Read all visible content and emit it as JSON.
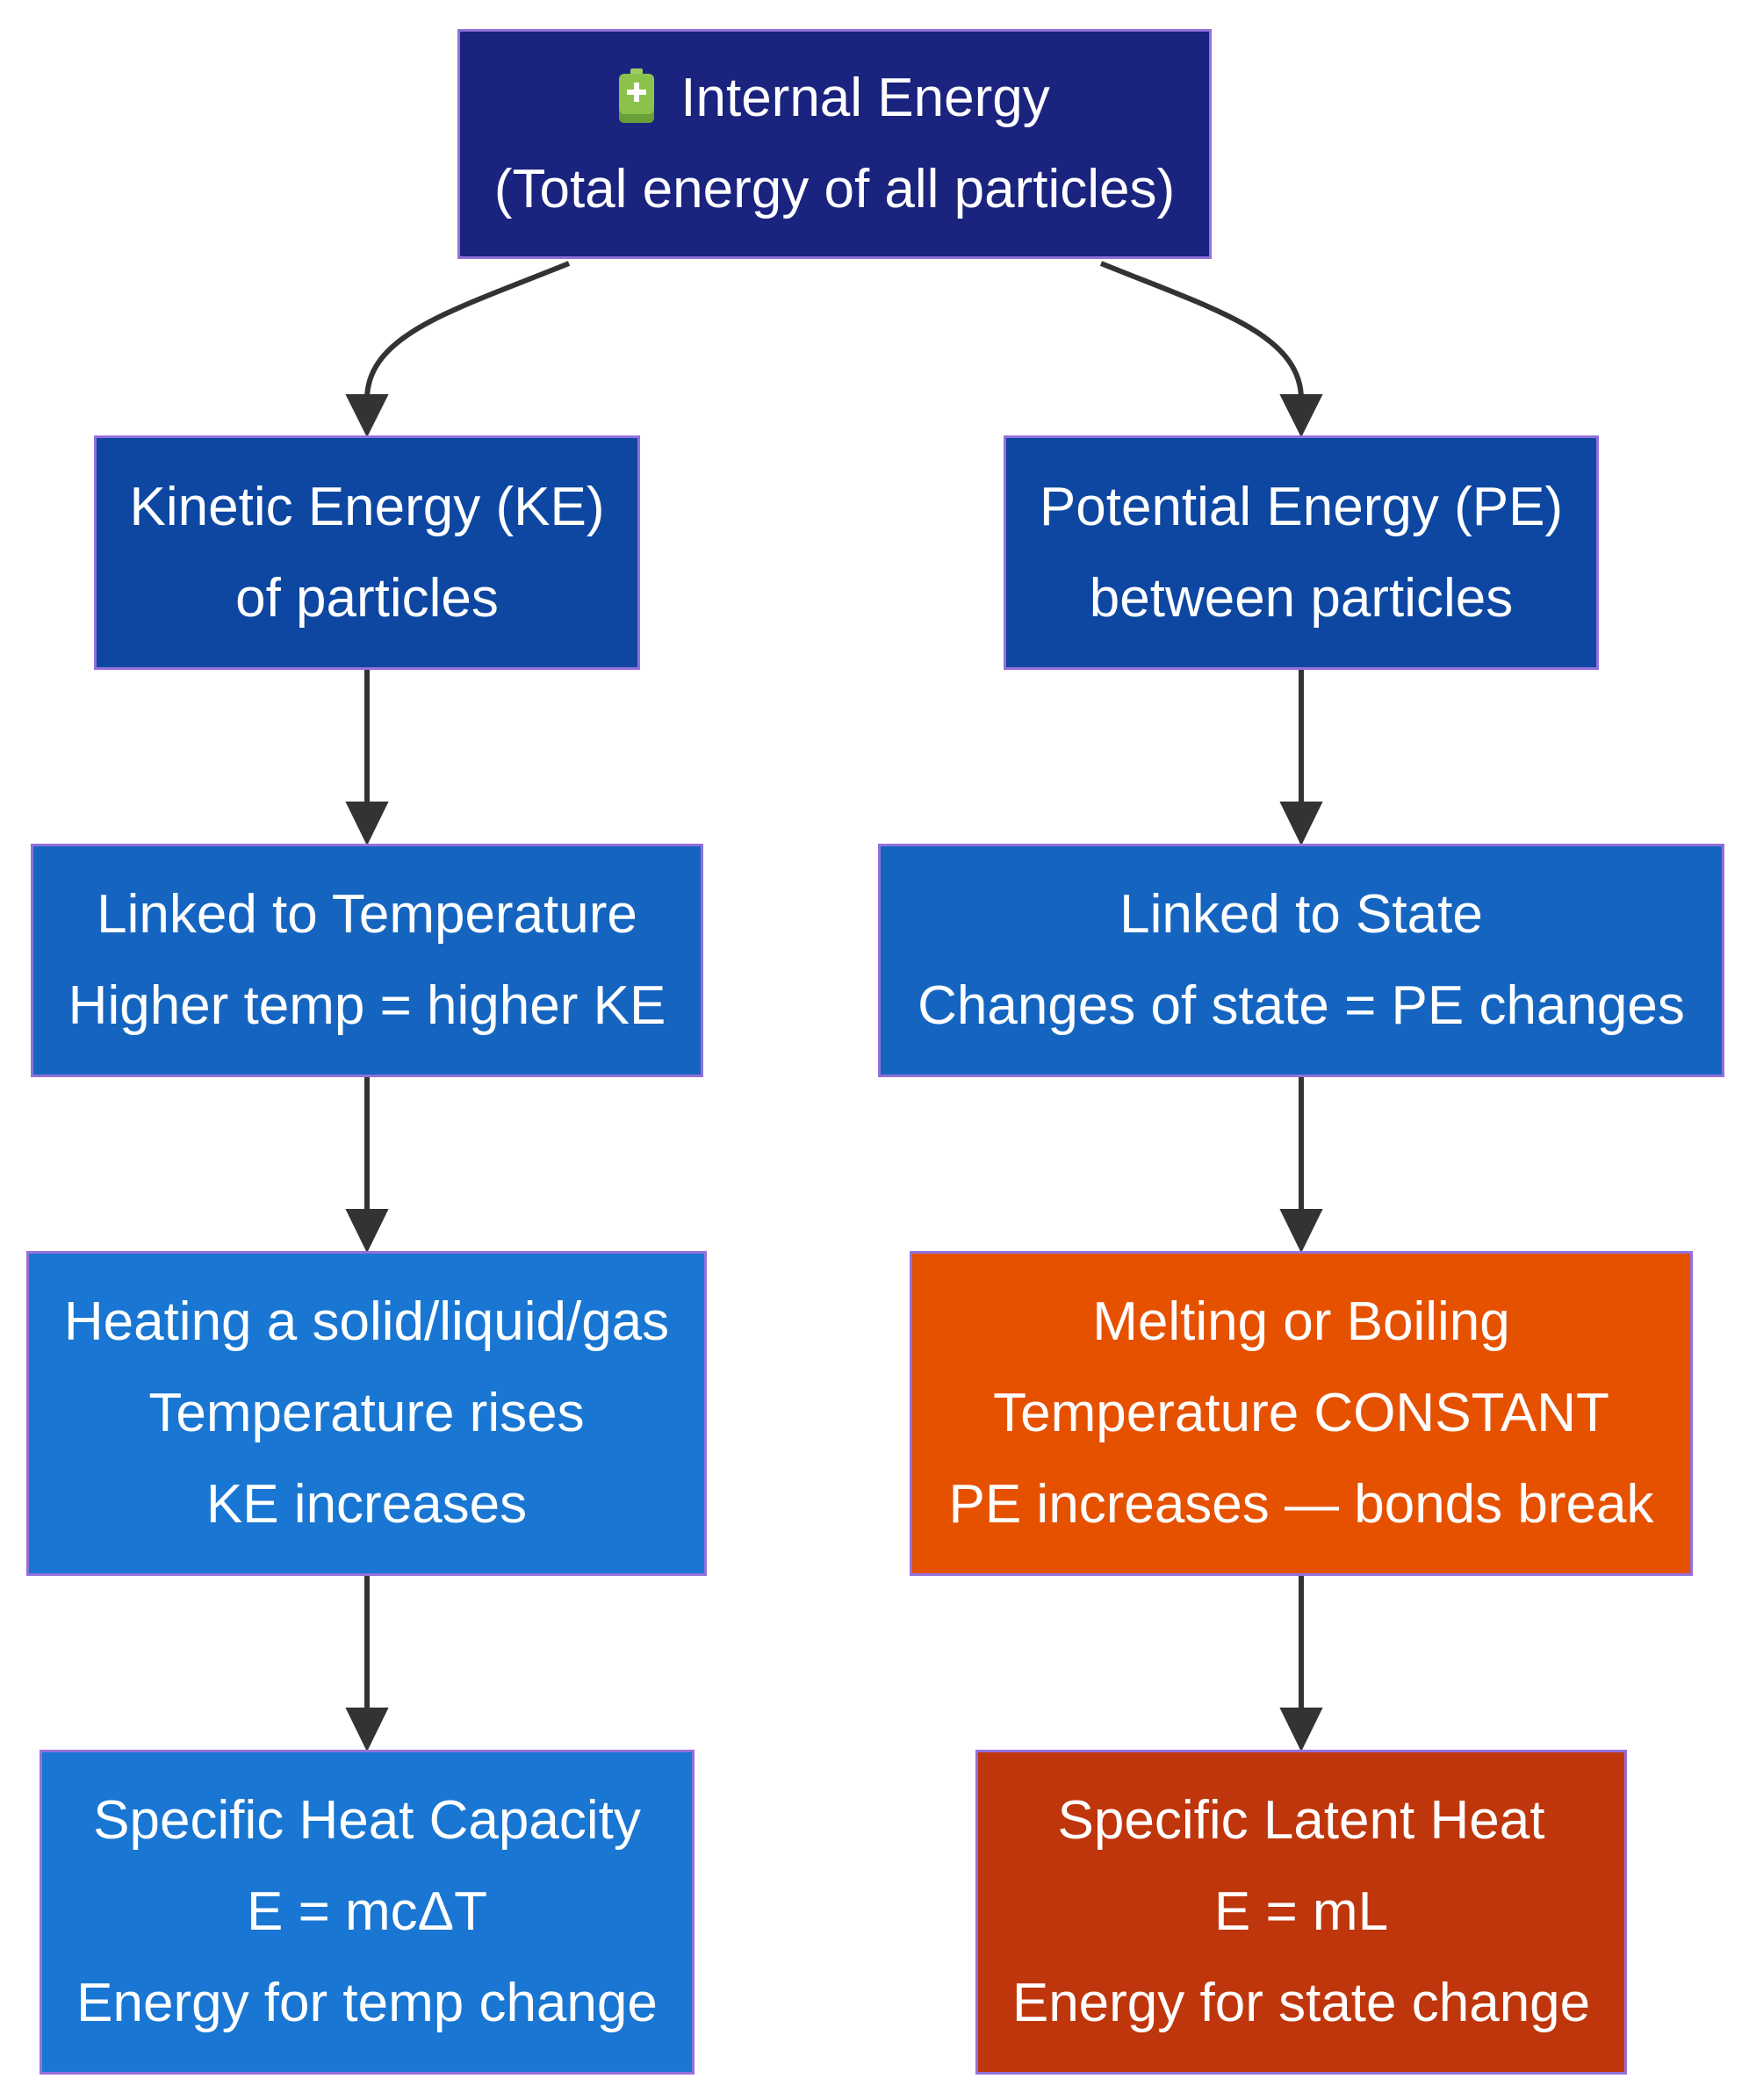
{
  "colors": {
    "root": "#1a237e",
    "level1": "#0d47a1",
    "level2": "#1565c0",
    "level3_left": "#1976d2",
    "level3_right": "#e65100",
    "level4_left": "#1976d2",
    "level4_right": "#bf360c",
    "node_border": "#9370DB",
    "edge": "#333333"
  },
  "nodes": {
    "internal_energy": {
      "icon": "battery-icon",
      "title": "Internal Energy",
      "subtitle": "(Total energy of all particles)"
    },
    "kinetic_energy": {
      "line1": "Kinetic Energy (KE)",
      "line2": "of particles"
    },
    "potential_energy": {
      "line1": "Potential Energy (PE)",
      "line2": "between particles"
    },
    "linked_temperature": {
      "line1": "Linked to Temperature",
      "line2": "Higher temp = higher KE"
    },
    "linked_state": {
      "line1": "Linked to State",
      "line2": "Changes of state = PE changes"
    },
    "heating": {
      "line1": "Heating a solid/liquid/gas",
      "line2": "Temperature rises",
      "line3": "KE increases"
    },
    "melting_boiling": {
      "line1": "Melting or Boiling",
      "line2": "Temperature CONSTANT",
      "line3": "PE increases — bonds break"
    },
    "specific_heat": {
      "line1": "Specific Heat Capacity",
      "line2": "E = mcΔT",
      "line3": "Energy for temp change"
    },
    "latent_heat": {
      "line1": "Specific Latent Heat",
      "line2": "E = mL",
      "line3": "Energy for state change"
    }
  },
  "edges": [
    {
      "from": "internal_energy",
      "to": "kinetic_energy"
    },
    {
      "from": "internal_energy",
      "to": "potential_energy"
    },
    {
      "from": "kinetic_energy",
      "to": "linked_temperature"
    },
    {
      "from": "potential_energy",
      "to": "linked_state"
    },
    {
      "from": "linked_temperature",
      "to": "heating"
    },
    {
      "from": "linked_state",
      "to": "melting_boiling"
    },
    {
      "from": "heating",
      "to": "specific_heat"
    },
    {
      "from": "melting_boiling",
      "to": "latent_heat"
    }
  ]
}
